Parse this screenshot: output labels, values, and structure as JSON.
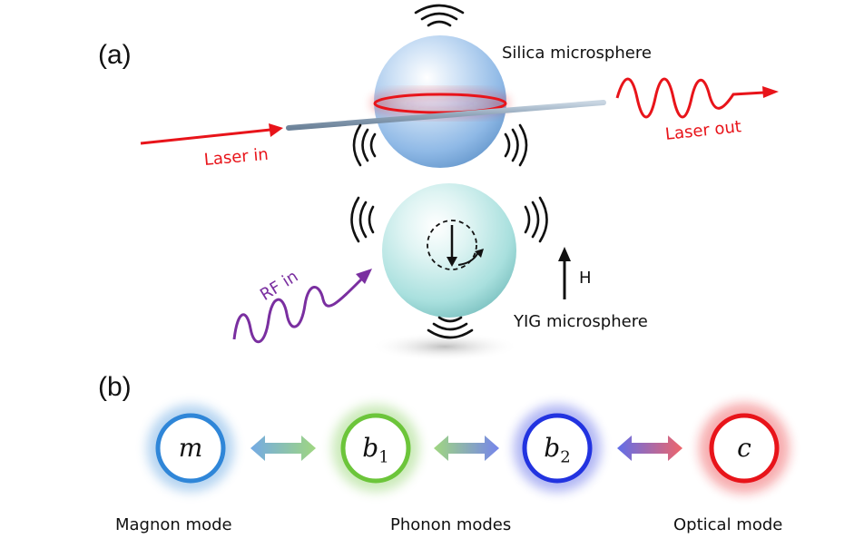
{
  "panels": {
    "a": "(a)",
    "b": "(b)"
  },
  "labels": {
    "silica": "Silica microsphere",
    "laser_in": "Laser in",
    "laser_out": "Laser out",
    "rf_in": "RF in",
    "field": "H",
    "yig": "YIG microsphere"
  },
  "modes": [
    {
      "symbol": "m",
      "subscript": "",
      "color": "#2f86d8"
    },
    {
      "symbol": "b",
      "subscript": "1",
      "color": "#6cc53a"
    },
    {
      "symbol": "b",
      "subscript": "2",
      "color": "#2233e0"
    },
    {
      "symbol": "c",
      "subscript": "",
      "color": "#e8141a"
    }
  ],
  "mode_captions": {
    "magnon": "Magnon mode",
    "phonon": "Phonon modes",
    "optical": "Optical mode"
  },
  "colors": {
    "laser": "#e8141a",
    "rf": "#7a2fa0",
    "silica": "#8fb9e6",
    "yig": "#a9e0de",
    "fiber": "#8fa4b8"
  }
}
